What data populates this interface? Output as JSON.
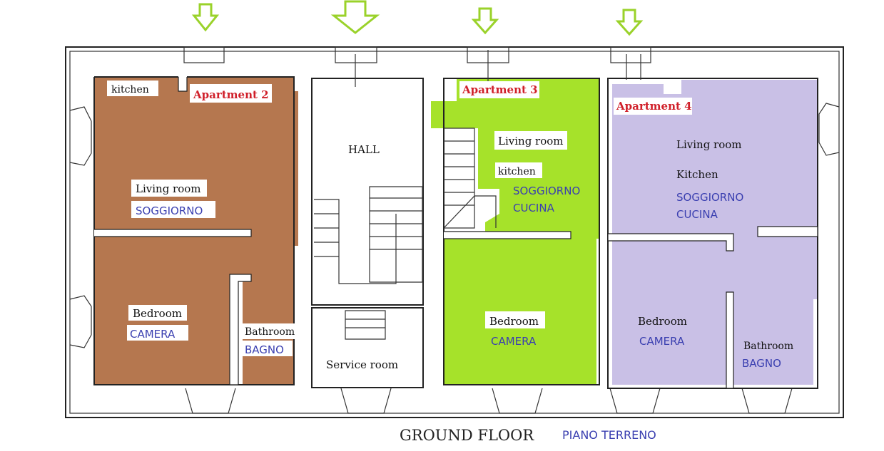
{
  "colors": {
    "apartment_2": "#b5774f",
    "apartment_3": "#a6e22a",
    "apartment_4": "#c9c0e6",
    "entrance_arrow": "#9ad22a",
    "label_italian": "#3a3fb0",
    "label_apartment": "#d0202a"
  },
  "apartment_2": {
    "title": "Apartment 2",
    "kitchen": "kitchen",
    "living_en": "Living room",
    "living_it": "SOGGIORNO",
    "bedroom_en": "Bedroom",
    "bedroom_it": "CAMERA",
    "bath_en": "Bathroom",
    "bath_it": "BAGNO"
  },
  "common": {
    "hall": "HALL",
    "service": "Service room"
  },
  "apartment_3": {
    "title": "Apartment 3",
    "living_en": "Living room",
    "kitchen": "kitchen",
    "living_it_1": "SOGGIORNO",
    "living_it_2": "CUCINA",
    "bedroom_en": "Bedroom",
    "bedroom_it": "CAMERA"
  },
  "apartment_4": {
    "title": "Apartment 4",
    "living_en": "Living room",
    "kitchen": "Kitchen",
    "living_it_1": "SOGGIORNO",
    "living_it_2": "CUCINA",
    "bedroom_en": "Bedroom",
    "bedroom_it": "CAMERA",
    "bath_en": "Bathroom",
    "bath_it": "BAGNO"
  },
  "footer": {
    "floor_en": "GROUND FLOOR",
    "floor_it": "PIANO TERRENO"
  },
  "icons": [
    "entrance-arrow-icon"
  ]
}
